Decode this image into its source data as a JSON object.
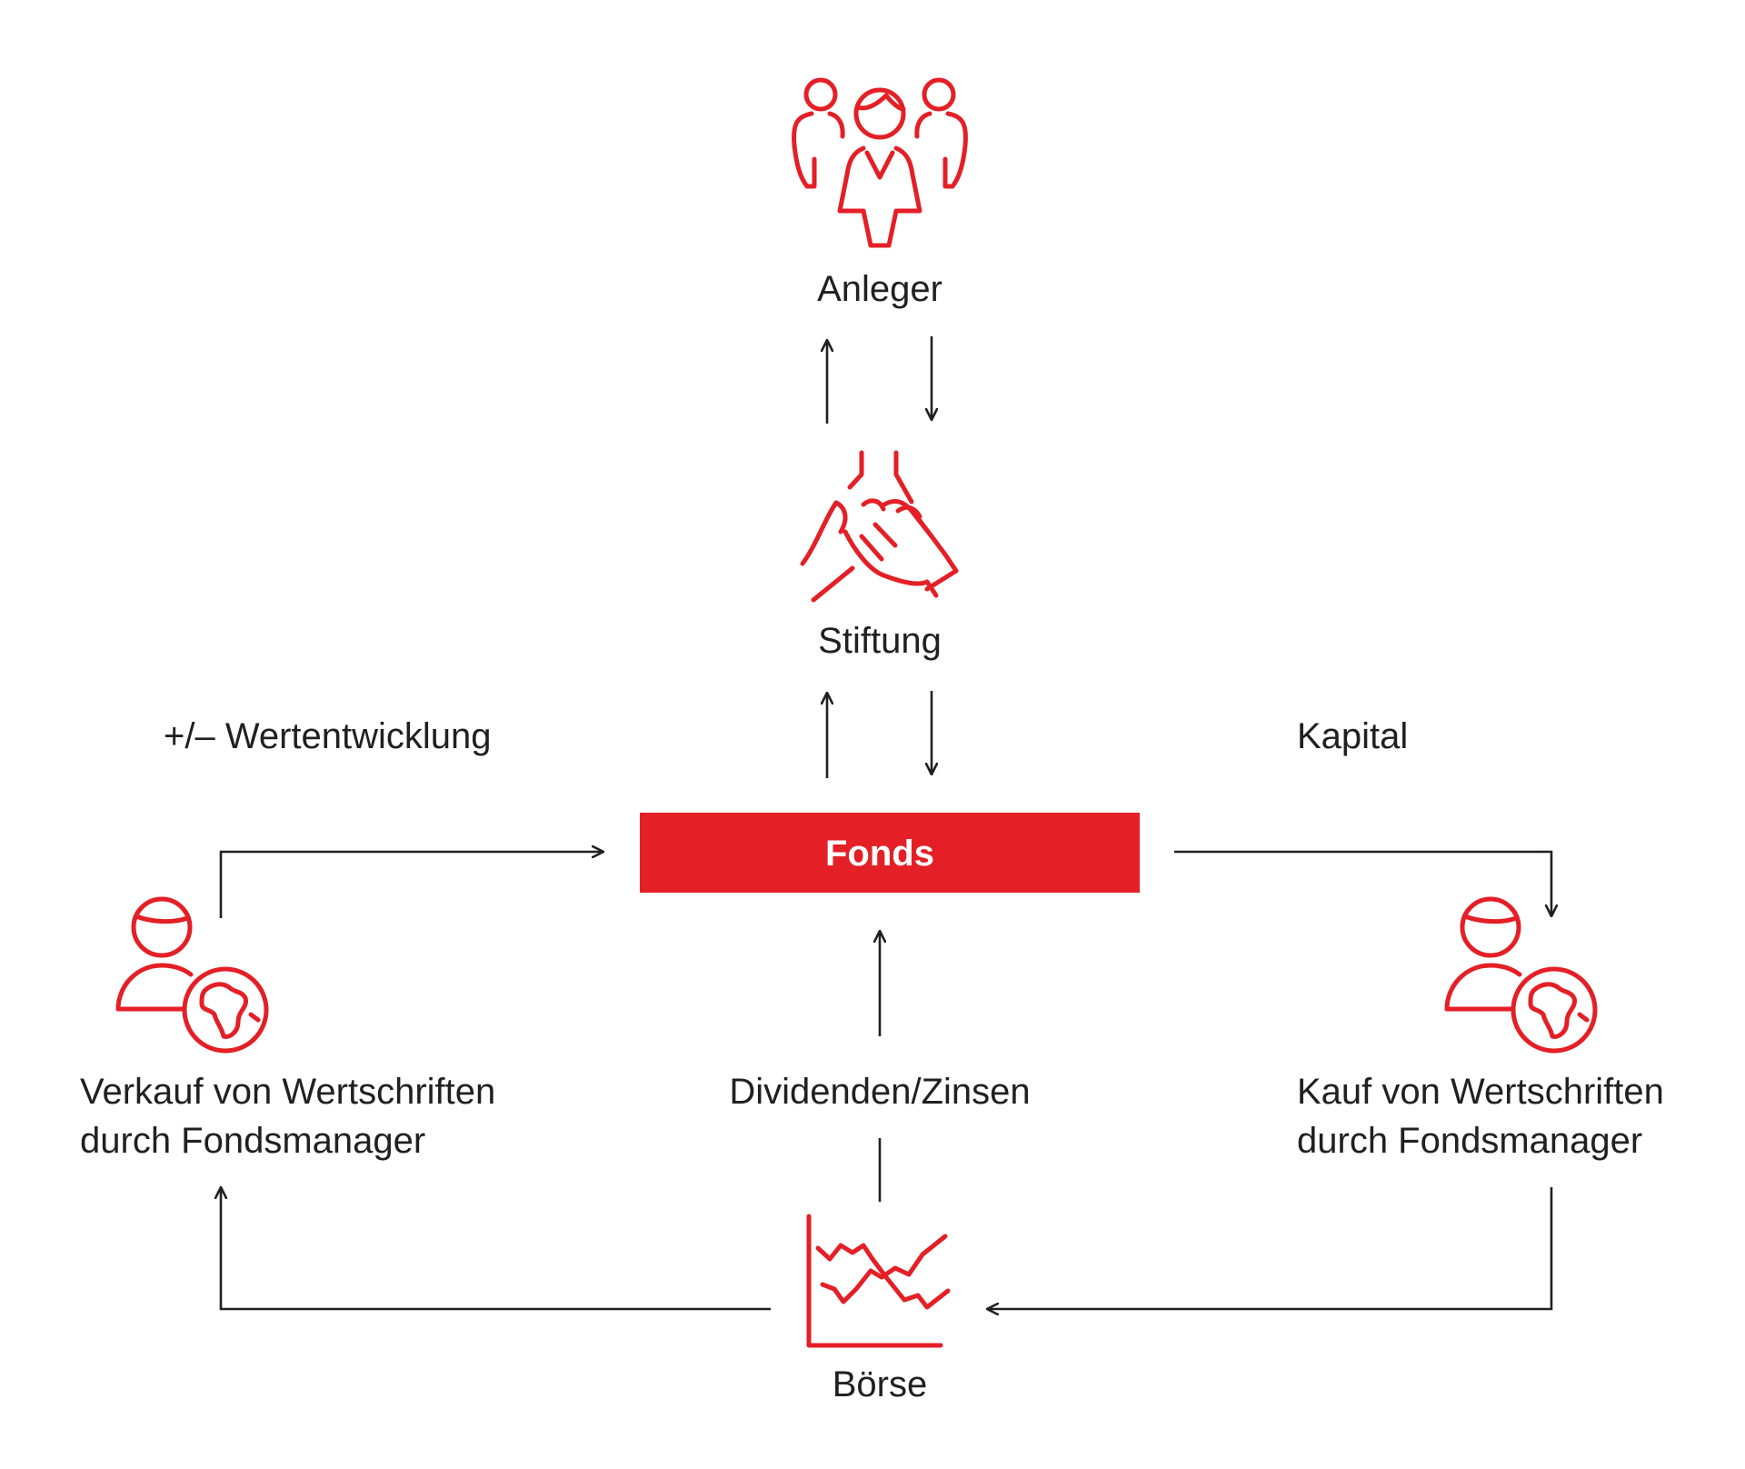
{
  "colors": {
    "accent": "#e41f26",
    "line": "#231f20",
    "text": "#231f20",
    "background": "#ffffff"
  },
  "nodes": {
    "anleger": {
      "label": "Anleger",
      "icon": "people-group-icon"
    },
    "stiftung": {
      "label": "Stiftung",
      "icon": "handshake-icon"
    },
    "fonds": {
      "label": "Fonds"
    },
    "verkauf": {
      "line1": "Verkauf von Wertschriften",
      "line2": "durch Fondsmanager",
      "icon": "fund-manager-globe-icon"
    },
    "kauf": {
      "line1": "Kauf von Wertschriften",
      "line2": "durch Fondsmanager",
      "icon": "fund-manager-globe-icon"
    },
    "boerse": {
      "label": "Börse",
      "icon": "stock-chart-icon"
    }
  },
  "flows": {
    "wertentwicklung": "+/– Wertentwicklung",
    "kapital": "Kapital",
    "dividenden": "Dividenden/Zinsen"
  }
}
